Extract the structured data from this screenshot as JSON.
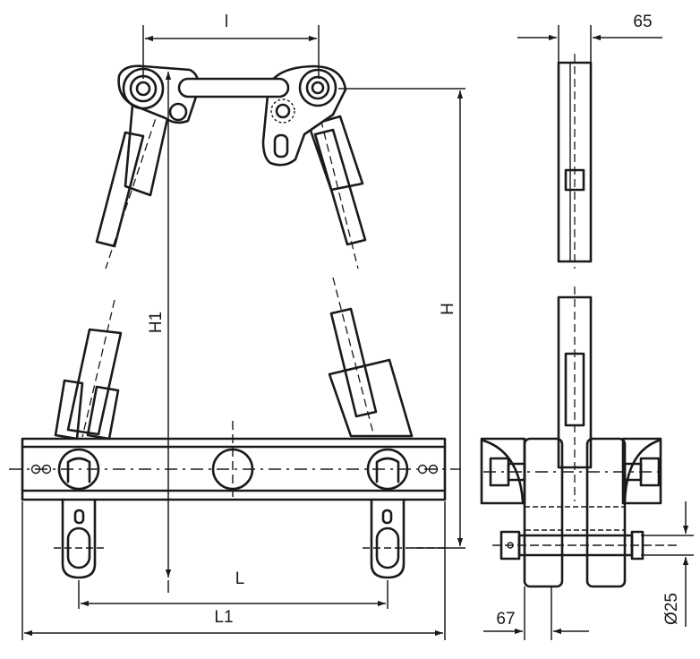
{
  "labels": {
    "l": "l",
    "h": "H",
    "h1": "H1",
    "l_bottom": "L",
    "l1": "L1",
    "w65": "65",
    "w67": "67",
    "d25": "Ø25"
  }
}
